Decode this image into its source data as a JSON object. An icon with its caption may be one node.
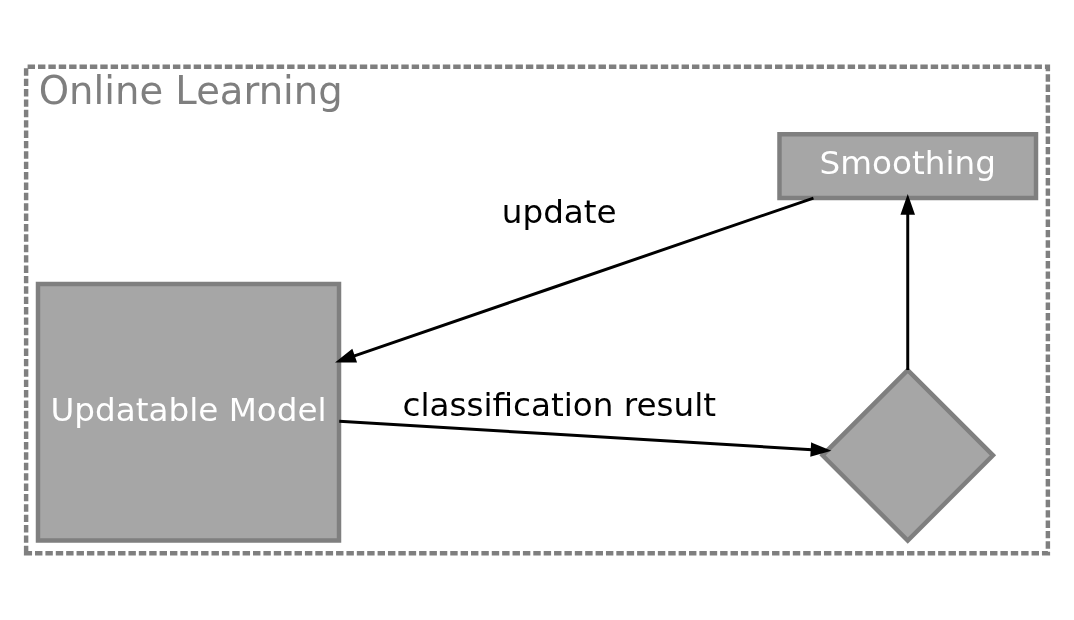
{
  "diagram": {
    "nodes": [
      {
        "text": [
          "Online Learning"
        ]
      },
      {
        "text": [
          "Updatable Model"
        ],
        "in": 0
      },
      {
        "text": [],
        "shape": "diamond",
        "in": 0
      },
      {
        "text": [
          "Smoothing"
        ],
        "in": 0
      }
    ],
    "edges": [
      {
        "from": 1,
        "to": 2,
        "arrow": "to",
        "label": "classification result"
      },
      {
        "from": 2,
        "to": 3,
        "arrow": "to"
      },
      {
        "from": 3,
        "to": 1,
        "arrow": "to",
        "label": "update"
      }
    ]
  }
}
